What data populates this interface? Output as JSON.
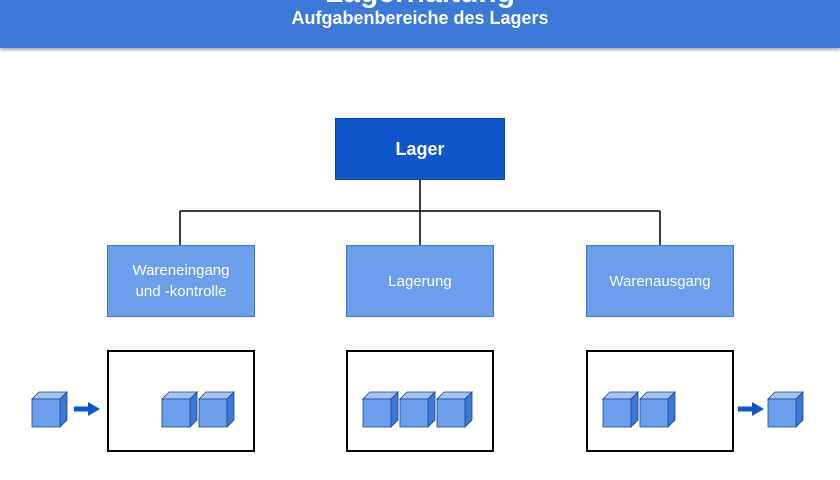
{
  "header": {
    "title": "Lagerhaltung",
    "subtitle": "Aufgabenbereiche des Lagers",
    "color": "#3c78d8"
  },
  "root": {
    "label": "Lager",
    "color": "#1155cc"
  },
  "children": [
    {
      "label": "Wareneingang\nund -kontrolle",
      "boxes_in_frame": 2,
      "incoming_box": true,
      "outgoing_box": false
    },
    {
      "label": "Lagerung",
      "boxes_in_frame": 3,
      "incoming_box": false,
      "outgoing_box": false
    },
    {
      "label": "Warenausgang",
      "boxes_in_frame": 2,
      "incoming_box": false,
      "outgoing_box": true
    }
  ],
  "colors": {
    "child_box": "#6d9eeb",
    "cube_front": "#6d9eeb",
    "cube_top": "#a4c2f4",
    "cube_side": "#3c78d8",
    "arrow": "#1155cc"
  },
  "icons": [
    "package-cube-icon",
    "arrow-right-icon"
  ]
}
